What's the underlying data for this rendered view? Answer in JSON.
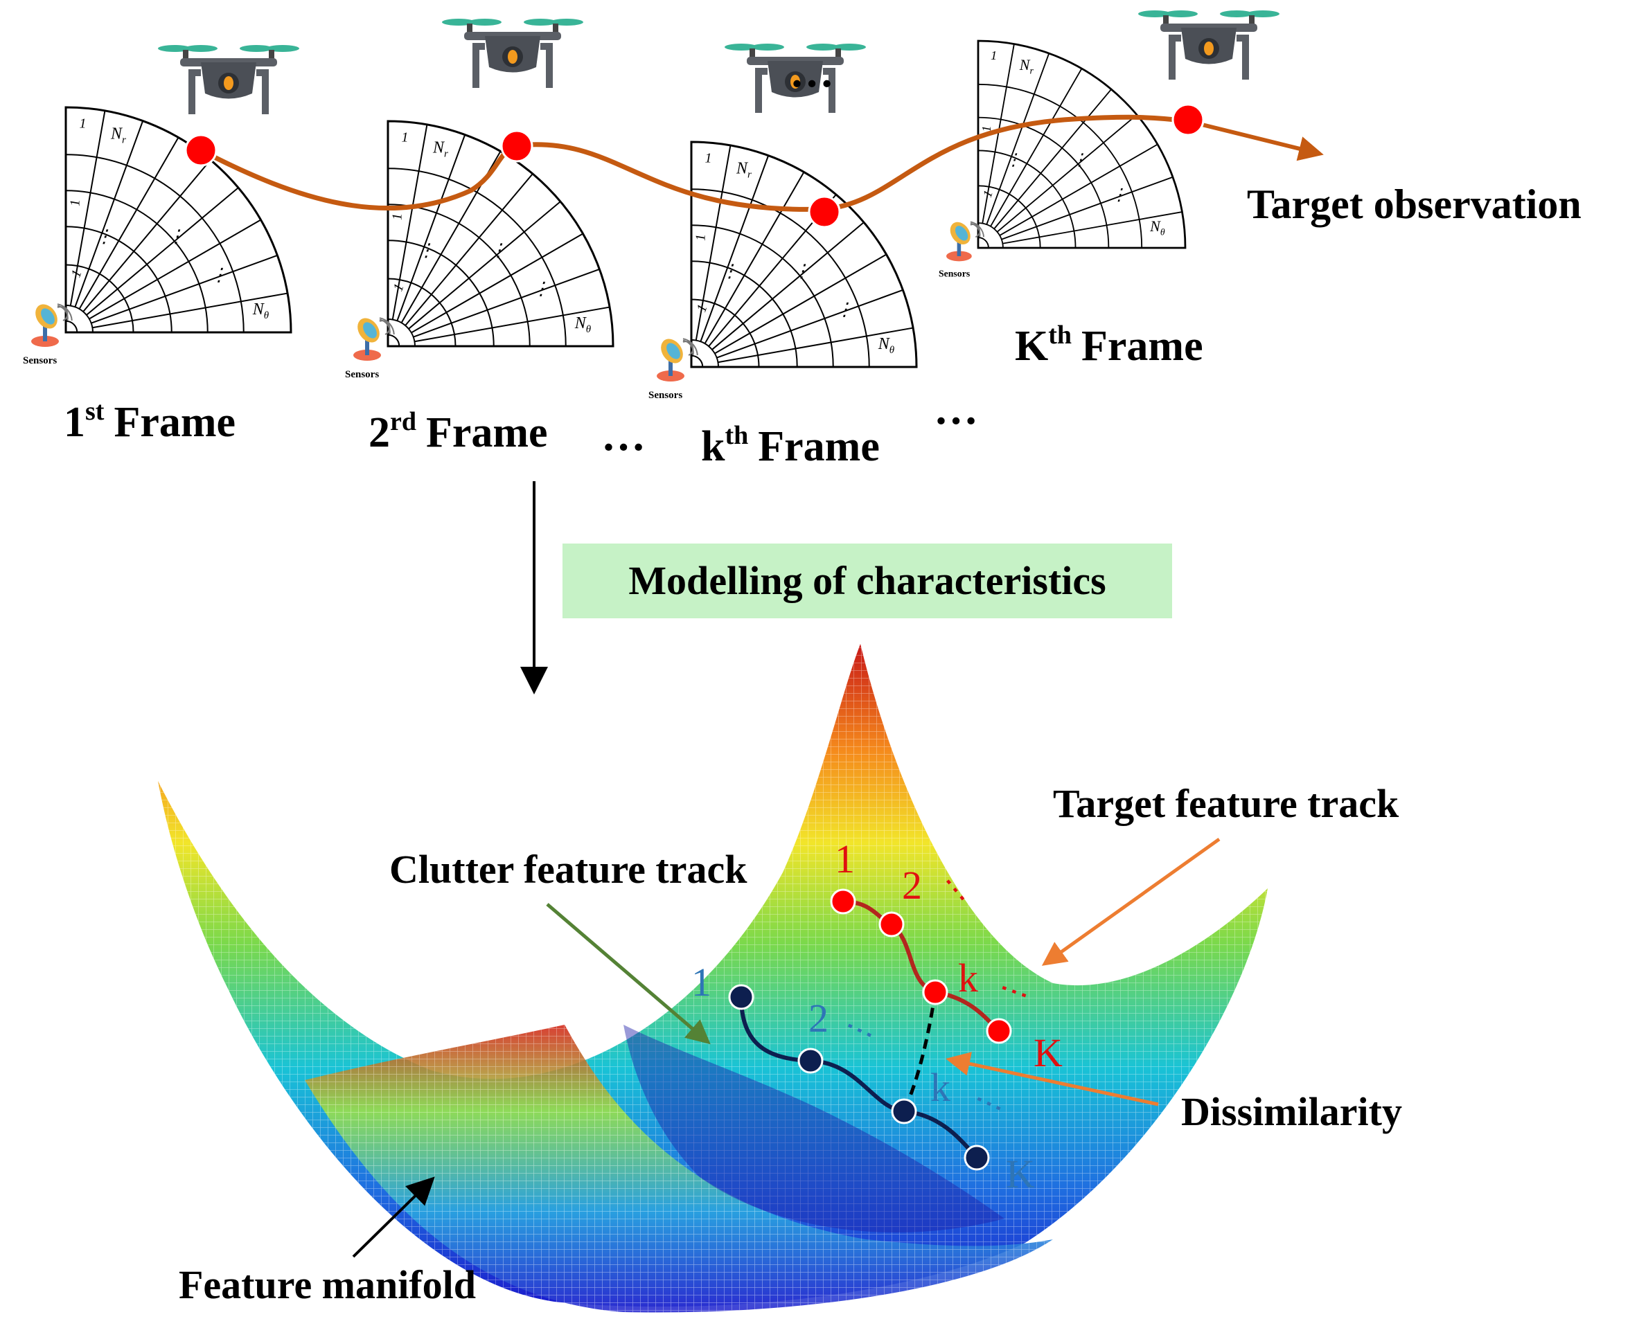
{
  "frames": [
    {
      "ordinal": "1",
      "suffix": "st",
      "word": "Frame"
    },
    {
      "ordinal": "2",
      "suffix": "rd",
      "word": "Frame"
    },
    {
      "ordinal": "k",
      "suffix": "th",
      "word": "Frame"
    },
    {
      "ordinal": "K",
      "suffix": "th",
      "word": "Frame"
    }
  ],
  "grid_labels": {
    "one": "1",
    "nr": "N",
    "nr_sub": "r",
    "ntheta": "N",
    "ntheta_sub": "θ",
    "vdots": "⋮"
  },
  "sensor_label": "Sensors",
  "ellipsis": "…",
  "target_observation": "Target observation",
  "modelling_box": "Modelling of characteristics",
  "manifold": {
    "target_track_label": "Target feature track",
    "clutter_track_label": "Clutter feature track",
    "dissimilarity_label": "Dissimilarity",
    "feature_manifold_label": "Feature manifold",
    "target_points": [
      "1",
      "2",
      "k",
      "K"
    ],
    "clutter_points": [
      "1",
      "2",
      "k",
      "K"
    ]
  },
  "colors": {
    "target_dot": "#ff0000",
    "target_track": "#b3261e",
    "clutter_dot": "#0d1f4f",
    "clutter_label": "#2e75b6",
    "trajectory": "#c55a11",
    "modelling_bg": "#c6f2c6",
    "green_arrow": "#548235",
    "orange_arrow": "#ed7d31"
  }
}
